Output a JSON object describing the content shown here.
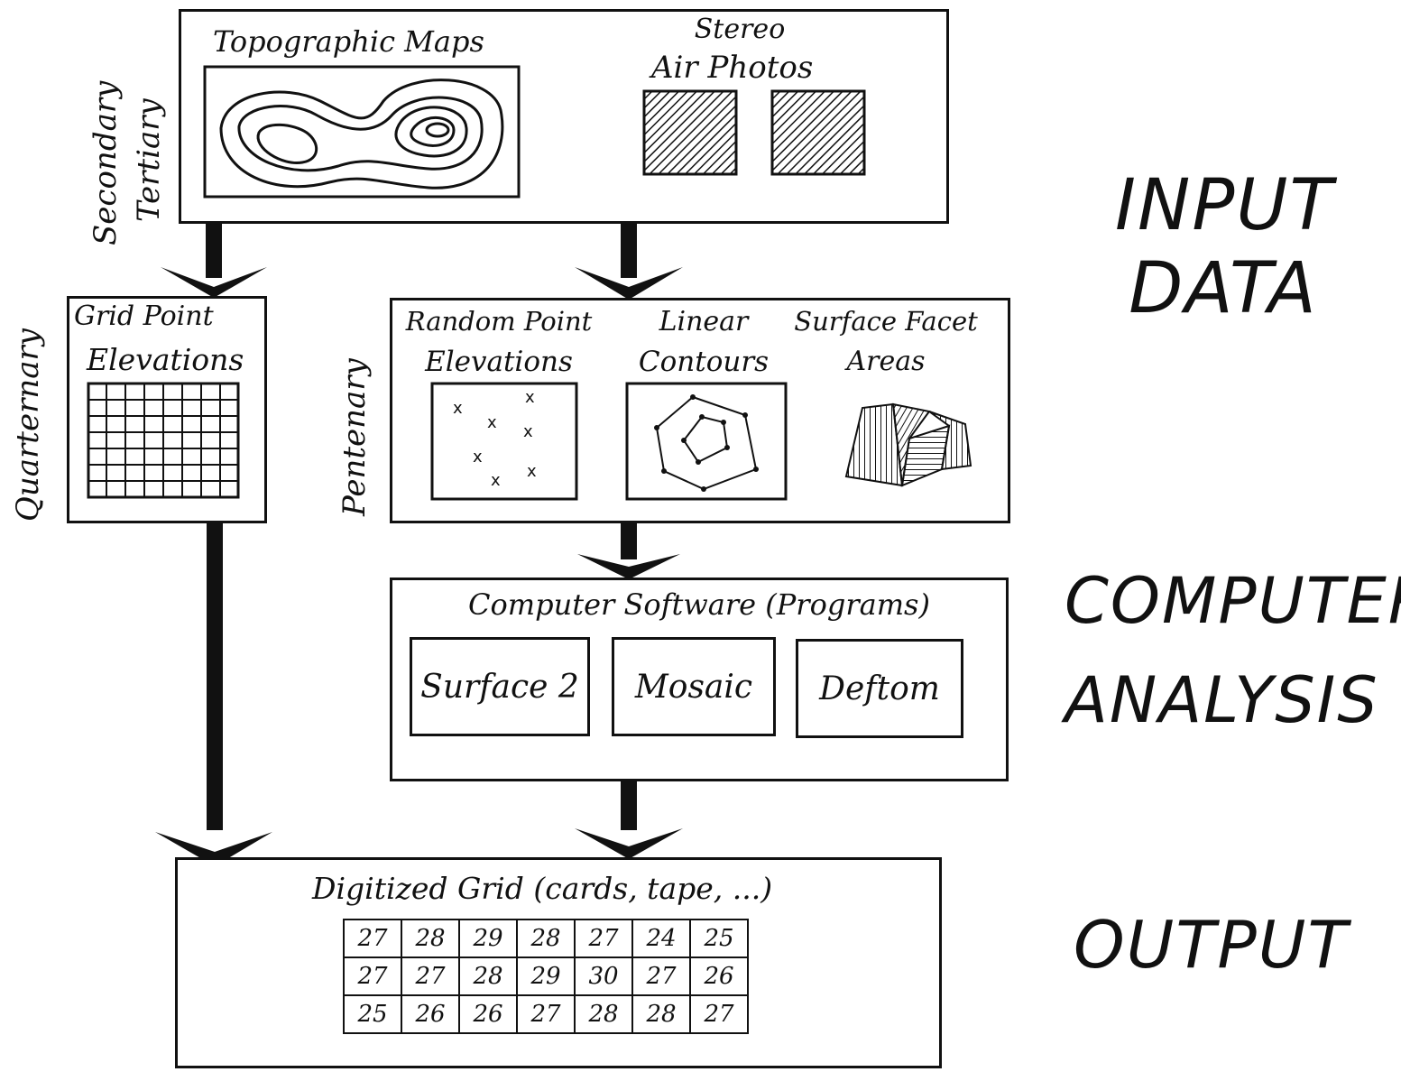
{
  "input_box": {
    "topo_title": "Topographic Maps",
    "stereo_title_line1": "Stereo",
    "stereo_title_line2": "Air Photos"
  },
  "side_labels": {
    "secondary": "Secondary",
    "tertiary": "Tertiary",
    "quarternary": "Quarternary",
    "pentenary": "Pentenary"
  },
  "grid_point_box": {
    "title_line1": "Grid Point",
    "title_line2": "Elevations"
  },
  "elevation_types": {
    "random_line1": "Random Point",
    "random_line2": "Elevations",
    "linear_line1": "Linear",
    "linear_line2": "Contours",
    "facet_line1": "Surface Facet",
    "facet_line2": "Areas"
  },
  "software_box": {
    "title": "Computer Software (Programs)",
    "programs": [
      "Surface 2",
      "Mosaic",
      "Deftom"
    ]
  },
  "output_box": {
    "title": "Digitized Grid (cards, tape, ...)",
    "rows": [
      [
        "27",
        "28",
        "29",
        "28",
        "27",
        "24",
        "25"
      ],
      [
        "27",
        "27",
        "28",
        "29",
        "30",
        "27",
        "26"
      ],
      [
        "25",
        "26",
        "26",
        "27",
        "28",
        "28",
        "27"
      ]
    ]
  },
  "stage_labels": {
    "input_line1": "INPUT",
    "input_line2": "DATA",
    "computer_line1": "COMPUTER",
    "computer_line2": "ANALYSIS",
    "output": "OUTPUT"
  }
}
